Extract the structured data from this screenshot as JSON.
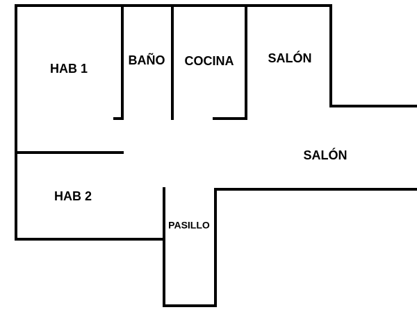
{
  "colors": {
    "wall": "#000000",
    "background": "#ffffff"
  },
  "rooms": {
    "hab1": "HAB 1",
    "bano": "BAÑO",
    "cocina": "COCINA",
    "salon_upper": "SALÓN",
    "salon_main": "SALÓN",
    "hab2": "HAB 2",
    "pasillo": "PASILLO"
  }
}
